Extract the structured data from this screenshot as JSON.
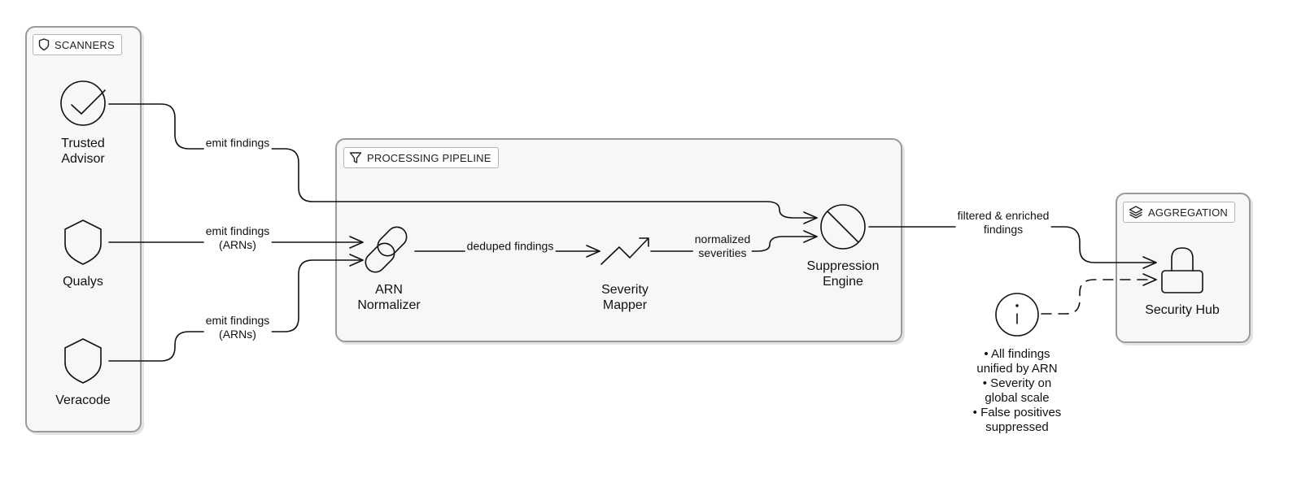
{
  "groups": {
    "scanners": {
      "title": "SCANNERS",
      "icon": "shield-icon"
    },
    "pipeline": {
      "title": "PROCESSING PIPELINE",
      "icon": "funnel-icon"
    },
    "aggregation": {
      "title": "AGGREGATION",
      "icon": "layers-icon"
    }
  },
  "nodes": {
    "trusted_advisor": {
      "line1": "Trusted",
      "line2": "Advisor",
      "icon": "check-circle-icon"
    },
    "qualys": {
      "label": "Qualys",
      "icon": "shield-icon"
    },
    "veracode": {
      "label": "Veracode",
      "icon": "shield-icon"
    },
    "arn_normalizer": {
      "line1": "ARN",
      "line2": "Normalizer",
      "icon": "link-icon"
    },
    "severity_mapper": {
      "line1": "Severity",
      "line2": "Mapper",
      "icon": "trend-icon"
    },
    "suppression_engine": {
      "line1": "Suppression",
      "line2": "Engine",
      "icon": "ban-icon"
    },
    "security_hub": {
      "label": "Security Hub",
      "icon": "lock-icon"
    },
    "info": {
      "icon": "info-icon"
    }
  },
  "edges": {
    "trusted_to_suppression": {
      "label": "emit findings"
    },
    "qualys_to_normalizer": {
      "line1": "emit findings",
      "line2": "(ARNs)"
    },
    "veracode_to_normalizer": {
      "line1": "emit findings",
      "line2": "(ARNs)"
    },
    "normalizer_to_mapper": {
      "label": "deduped findings"
    },
    "mapper_to_suppression": {
      "line1": "normalized",
      "line2": "severities"
    },
    "suppression_to_hub": {
      "line1": "filtered & enriched",
      "line2": "findings"
    }
  },
  "note": {
    "lines": [
      "• All findings unified by ARN",
      "• Severity on global scale",
      "• False positives suppressed"
    ]
  },
  "colors": {
    "stroke": "#111111",
    "group_fill": "#f7f7f7",
    "group_border": "#9a9a9a"
  }
}
